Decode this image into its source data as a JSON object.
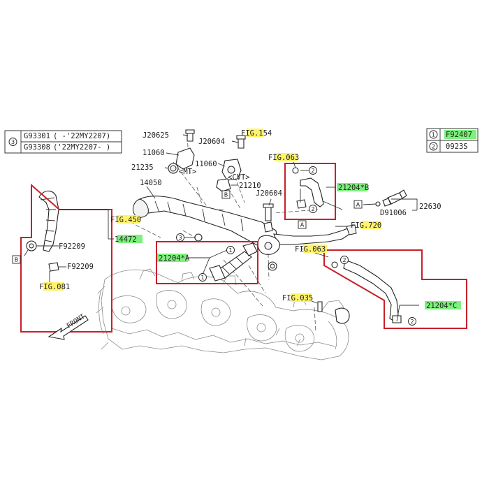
{
  "legend_left": {
    "marker": "3",
    "rows": [
      {
        "code": "G93301",
        "range": "( -'22MY2207)"
      },
      {
        "code": "G93308",
        "range": "('22MY2207- )"
      }
    ]
  },
  "legend_right": {
    "rows": [
      {
        "marker": "1",
        "code": "F92407"
      },
      {
        "marker": "2",
        "code": "0923S"
      }
    ]
  },
  "parts": {
    "j20625": "J20625",
    "j20604_top": "J20604",
    "fig154": "FIG.154",
    "p11060_left": "11060",
    "p11060_right": "11060",
    "p21235": "21235",
    "mt": "<MT>",
    "cvt": "<CVT>",
    "p21210": "21210",
    "p14050": "14050",
    "fig063_top": "FIG.063",
    "p21204b": "21204*B",
    "j20604_mid": "J20604",
    "p22630": "22630",
    "d91006": "D91006",
    "fig450": "FIG.450",
    "p14472": "14472",
    "f92209_a": "F92209",
    "f92209_b": "F92209",
    "fig081": "FIG.081",
    "fig720": "FIG.720",
    "p21204a": "21204*A",
    "fig063_mid": "FIG.063",
    "p21204c": "21204*C",
    "fig035": "FIG.035",
    "front": "FRONT"
  },
  "markers": {
    "a": "A",
    "b": "B",
    "c1": "1",
    "c2": "2",
    "c3": "3"
  },
  "colors": {
    "highlight_fig": "#fff36a",
    "highlight_part": "#7df07d",
    "callout_box": "#c8202a"
  }
}
